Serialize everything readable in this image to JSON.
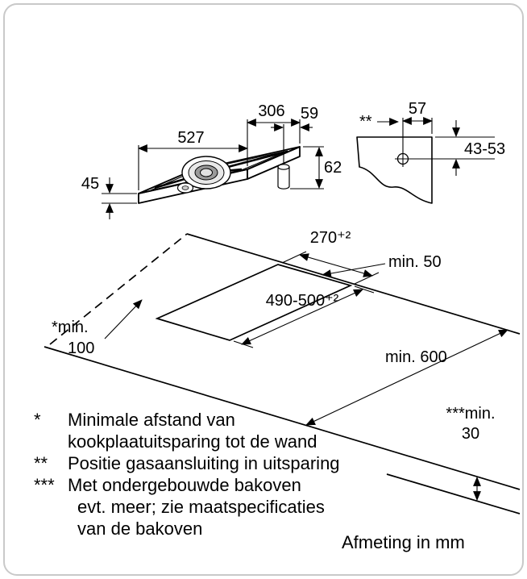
{
  "page": {
    "background": "#ffffff",
    "line_color": "#000000",
    "border_color": "#c9c9c9"
  },
  "hob_view": {
    "dim_width": "527",
    "dim_depth": "306",
    "dim_gas_offset": "59",
    "dim_gas_height": "62",
    "dim_front_height": "45"
  },
  "side_view": {
    "dim_top": "57",
    "marker": "**",
    "dim_range": "43-53"
  },
  "worktop_view": {
    "dim_cutout_width": "270⁺²",
    "dim_cutout_length": "490-500⁺²",
    "dim_min_side": "min. 50",
    "dim_min_wall_line1": "*min.",
    "dim_min_wall_line2": "100",
    "dim_min_depth": "min. 600",
    "dim_min_rear_line1": "***min.",
    "dim_min_rear_line2": "30"
  },
  "legend": {
    "items": [
      {
        "marker": "*",
        "line1": "Minimale afstand van",
        "line2": "kookplaatuitsparing tot de wand"
      },
      {
        "marker": "**",
        "line1": "Positie gasaansluiting in uitsparing"
      },
      {
        "marker": "***",
        "line1": "Met ondergebouwde bakoven",
        "line2": "evt. meer; zie maatspecificaties",
        "line3": "van de bakoven"
      }
    ],
    "footer": "Afmeting in mm"
  }
}
